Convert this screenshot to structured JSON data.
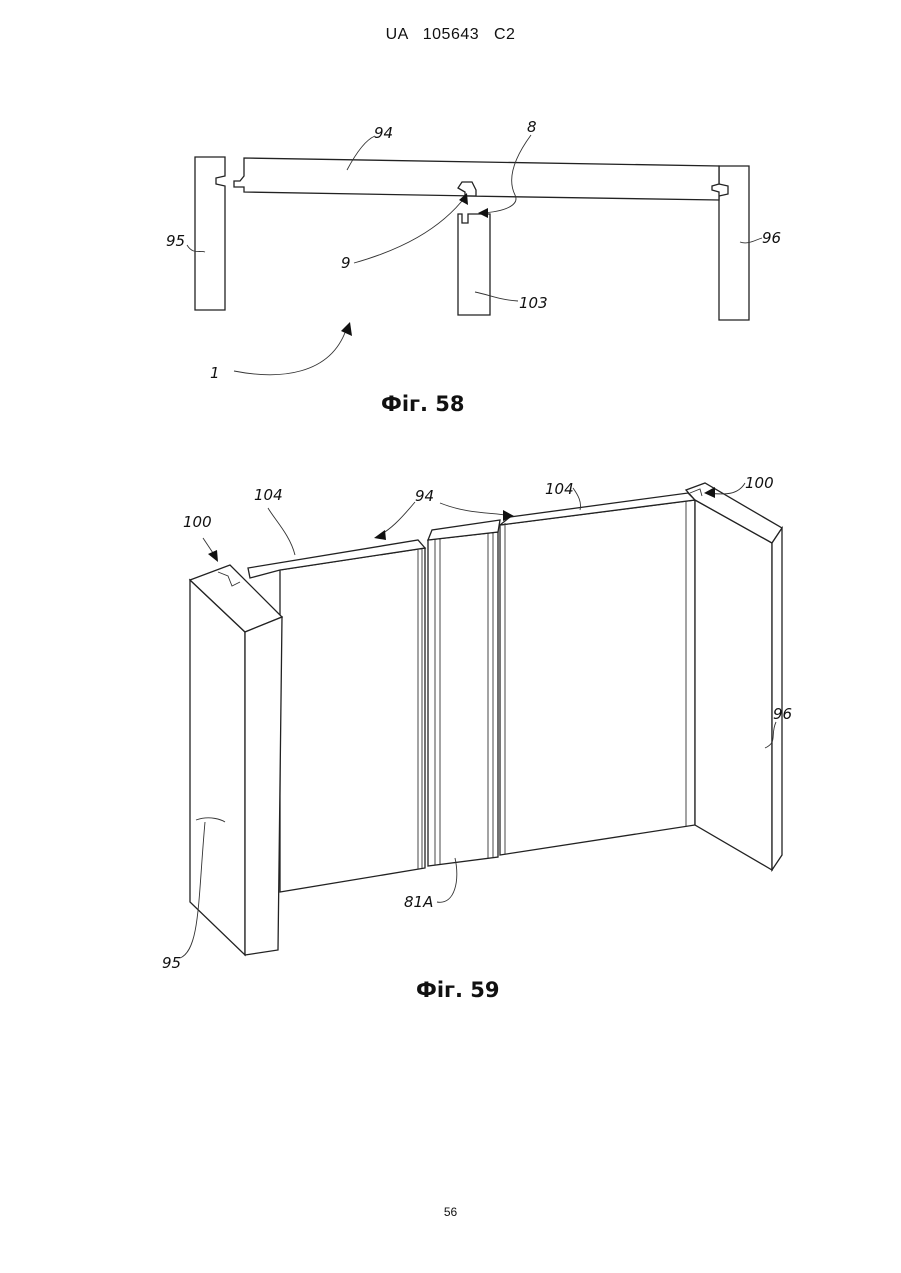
{
  "header": {
    "patent_id": "UA   105643   C2"
  },
  "figure58": {
    "caption": "Фіг. 58",
    "labels": {
      "l94": "94",
      "l8": "8",
      "l95": "95",
      "l96": "96",
      "l9": "9",
      "l103": "103",
      "l1": "1"
    }
  },
  "figure59": {
    "caption": "Фіг. 59",
    "labels": {
      "l100a": "100",
      "l104a": "104",
      "l94": "94",
      "l104b": "104",
      "l100b": "100",
      "l96": "96",
      "l81a": "81A",
      "l95": "95"
    }
  },
  "footer": {
    "page_number": "56"
  }
}
